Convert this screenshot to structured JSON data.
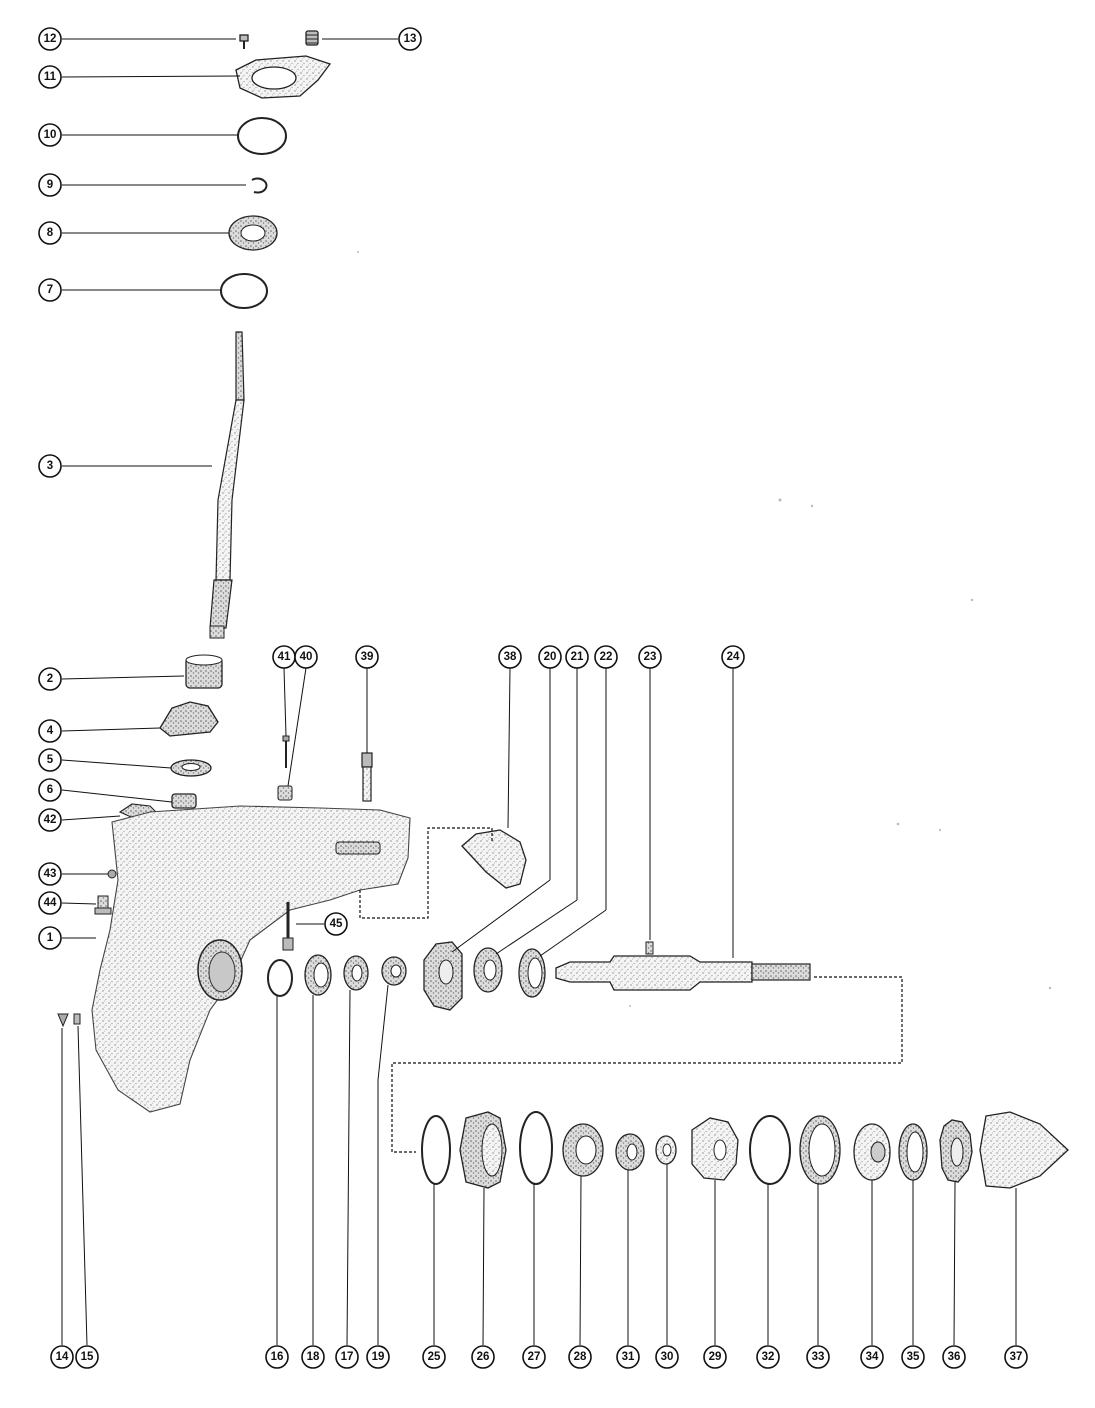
{
  "callouts": {
    "c1": "1",
    "c2": "2",
    "c3": "3",
    "c4": "4",
    "c5": "5",
    "c6": "6",
    "c7": "7",
    "c8": "8",
    "c9": "9",
    "c10": "10",
    "c11": "11",
    "c12": "12",
    "c13": "13",
    "c14": "14",
    "c15": "15",
    "c16": "16",
    "c17": "17",
    "c18": "18",
    "c19": "19",
    "c20": "20",
    "c21": "21",
    "c22": "22",
    "c23": "23",
    "c24": "24",
    "c25": "25",
    "c26": "26",
    "c27": "27",
    "c28": "28",
    "c29": "29",
    "c30": "30",
    "c31": "31",
    "c32": "32",
    "c33": "33",
    "c34": "34",
    "c35": "35",
    "c36": "36",
    "c37": "37",
    "c38": "38",
    "c39": "39",
    "c40": "40",
    "c41": "41",
    "c42": "42",
    "c43": "43",
    "c44": "44",
    "c45": "45"
  }
}
